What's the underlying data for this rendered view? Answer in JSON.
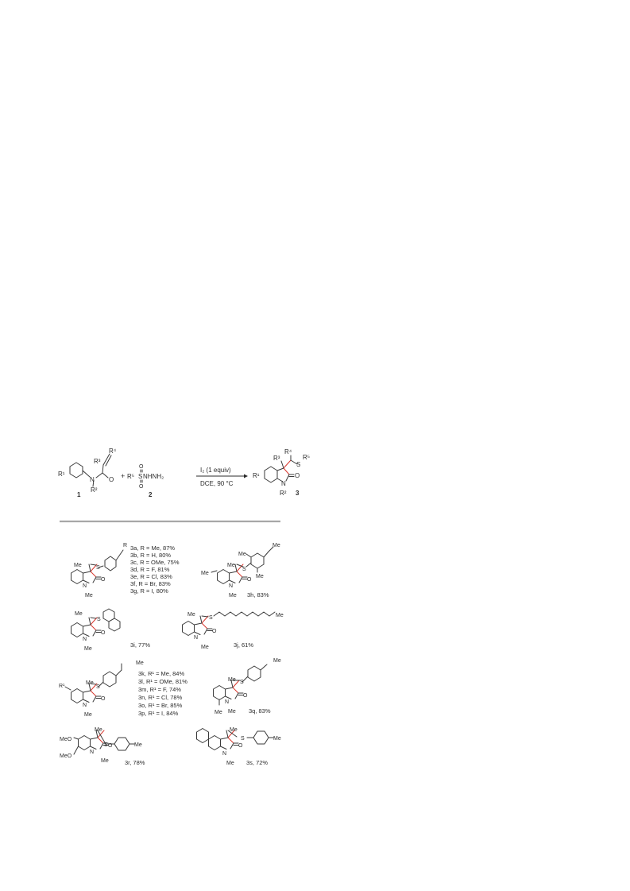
{
  "scheme": {
    "reactant1": {
      "label": "1",
      "atoms": {
        "r1": "R¹",
        "r2": "R²",
        "r3": "R³",
        "r4": "R⁴",
        "n": "N",
        "o": "O"
      }
    },
    "plus": "+",
    "reactant2": {
      "label": "2",
      "atoms": {
        "r5": "R⁵",
        "s": "S",
        "o_top": "O",
        "o_bottom": "O",
        "tail": "NHNH₂"
      }
    },
    "conditions": {
      "reagent": "I₂ (1 equiv)",
      "solvent_temp": "DCE, 90 °C"
    },
    "product": {
      "label": "3",
      "atoms": {
        "r1": "R¹",
        "r2": "R²",
        "r3": "R³",
        "r4": "R⁴",
        "r5": "R⁵",
        "s": "S",
        "n": "N",
        "o": "O"
      }
    }
  },
  "substrates": {
    "atoms": {
      "me": "Me",
      "s": "S",
      "n": "N",
      "o": "O",
      "meo": "MeO",
      "r": "R",
      "r1": "R¹"
    },
    "group_a": [
      "3a, R = Me, 87%",
      "3b, R = H, 80%",
      "3c, R = OMe, 75%",
      "3d, R = F, 81%",
      "3e, R = Cl, 83%",
      "3f, R = Br, 83%",
      "3g, R = I, 80%"
    ],
    "h": "3h, 83%",
    "i": "3i, 77%",
    "j": "3j, 61%",
    "group_k": [
      "3k, R¹ = Me, 84%",
      "3l, R¹ = OMe, 81%",
      "3m, R¹ = F, 74%",
      "3n, R¹ = Cl, 78%",
      "3o, R¹ = Br, 85%",
      "3p, R¹ = I, 84%"
    ],
    "q": "3q, 83%",
    "r": "3r, 78%",
    "s": "3s, 72%"
  }
}
